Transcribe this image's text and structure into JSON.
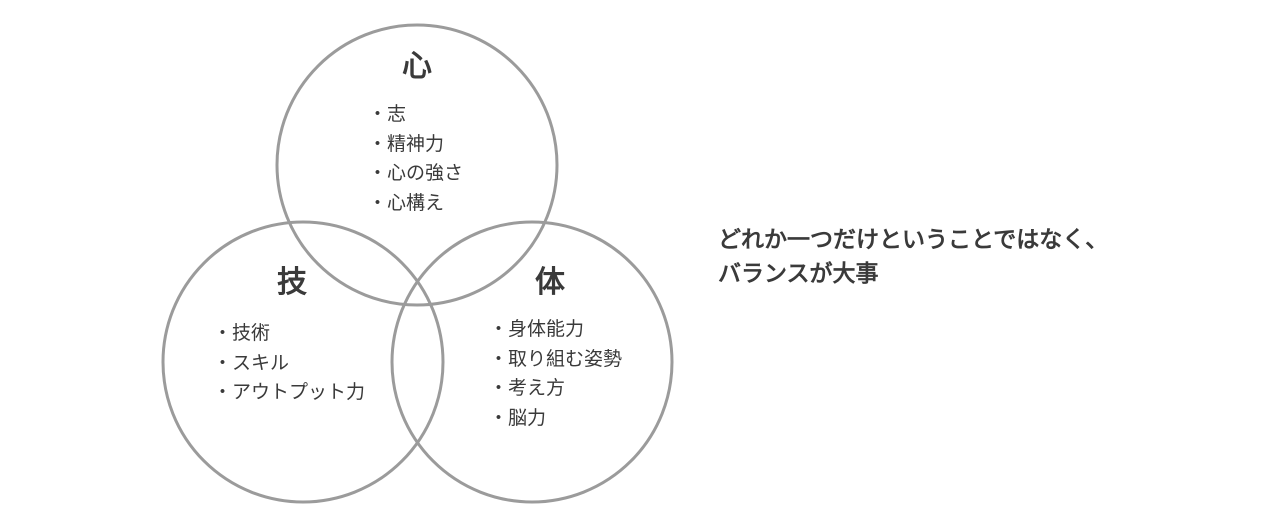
{
  "diagram": {
    "circles": [
      {
        "title": "心",
        "items": [
          "志",
          "精神力",
          "心の強さ",
          "心構え"
        ]
      },
      {
        "title": "技",
        "items": [
          "技術",
          "スキル",
          "アウトプット力"
        ]
      },
      {
        "title": "体",
        "items": [
          "身体能力",
          "取り組む姿勢",
          "考え方",
          "脳力"
        ]
      }
    ],
    "stroke_color": "#9b9b9b",
    "text_color": "#3a3a3a"
  },
  "message": {
    "line1": "どれか一つだけということではなく、",
    "line2": "バランスが大事"
  }
}
